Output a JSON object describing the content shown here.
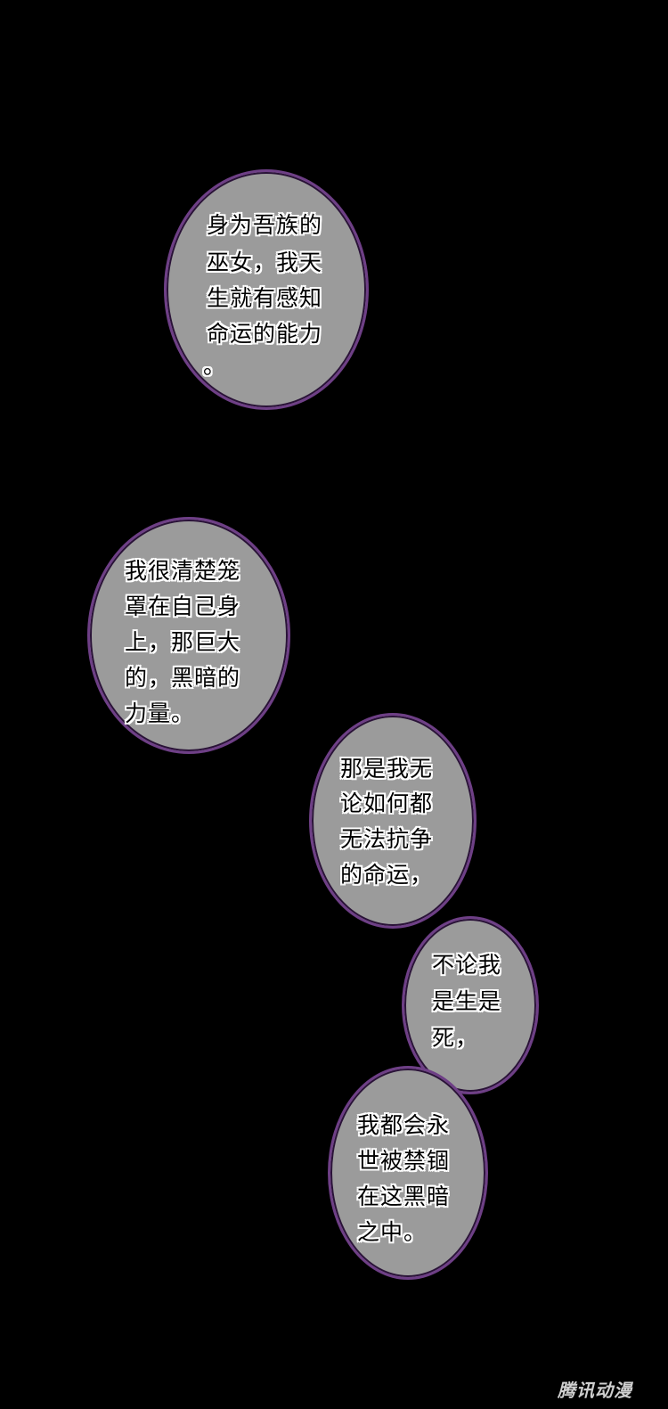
{
  "panel": {
    "background": "#000000",
    "bubble_fill": "#9b9b9b",
    "bubble_border": "#6e3f86",
    "text_color": "#000000",
    "text_outline": "#ffffff"
  },
  "bubbles": [
    {
      "lines": [
        "身为吾族的",
        "巫女，我天",
        "生就有感知",
        "命运的能力",
        "。"
      ]
    },
    {
      "lines": [
        "我很清楚笼",
        "罩在自己身",
        "上，那巨大",
        "的，黑暗的",
        "力量。"
      ]
    },
    {
      "lines": [
        "那是我无",
        "论如何都",
        "无法抗争",
        "的命运，"
      ]
    },
    {
      "lines": [
        "不论我",
        "是生是",
        "死，"
      ]
    },
    {
      "lines": [
        "我都会永",
        "世被禁锢",
        "在这黑暗",
        "之中。"
      ]
    }
  ],
  "watermark": "腾讯动漫"
}
